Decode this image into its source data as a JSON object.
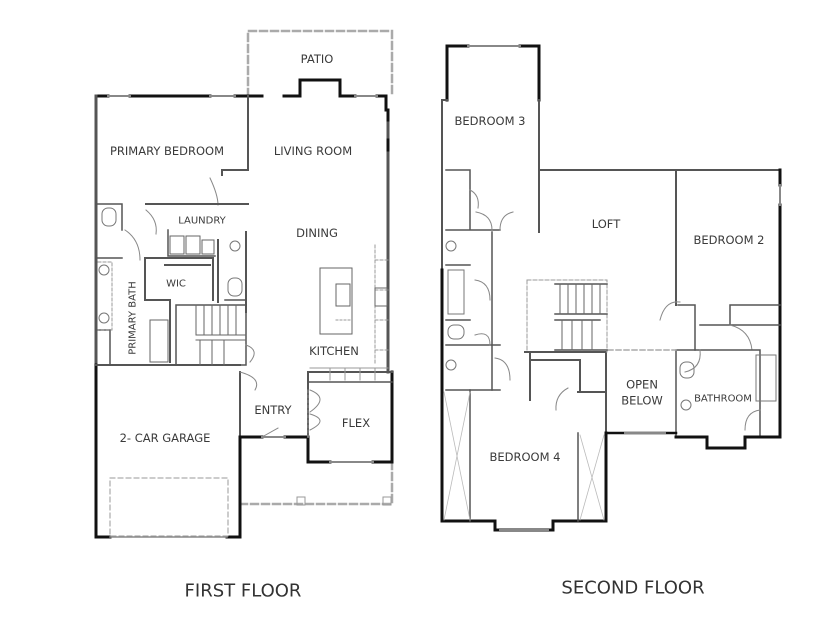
{
  "first_floor": {
    "title": "FIRST FLOOR",
    "rooms": {
      "patio": "PATIO",
      "primary_bedroom": "PRIMARY BEDROOM",
      "living_room": "LIVING ROOM",
      "laundry": "LAUNDRY",
      "dining": "DINING",
      "wic": "WIC",
      "primary_bath": "PRIMARY BATH",
      "kitchen": "KITCHEN",
      "entry": "ENTRY",
      "flex": "FLEX",
      "garage": "2- CAR GARAGE"
    }
  },
  "second_floor": {
    "title": "SECOND FLOOR",
    "rooms": {
      "bedroom_3": "BEDROOM 3",
      "loft": "LOFT",
      "bedroom_2": "BEDROOM 2",
      "open_below_1": "OPEN",
      "open_below_2": "BELOW",
      "bathroom": "BATHROOM",
      "bedroom_4": "BEDROOM 4"
    }
  },
  "colors": {
    "wall": "#111111",
    "interior_wall": "#555555",
    "fixture": "#777777",
    "dashed": "#aaaaaa",
    "text": "#3a3a3a"
  }
}
